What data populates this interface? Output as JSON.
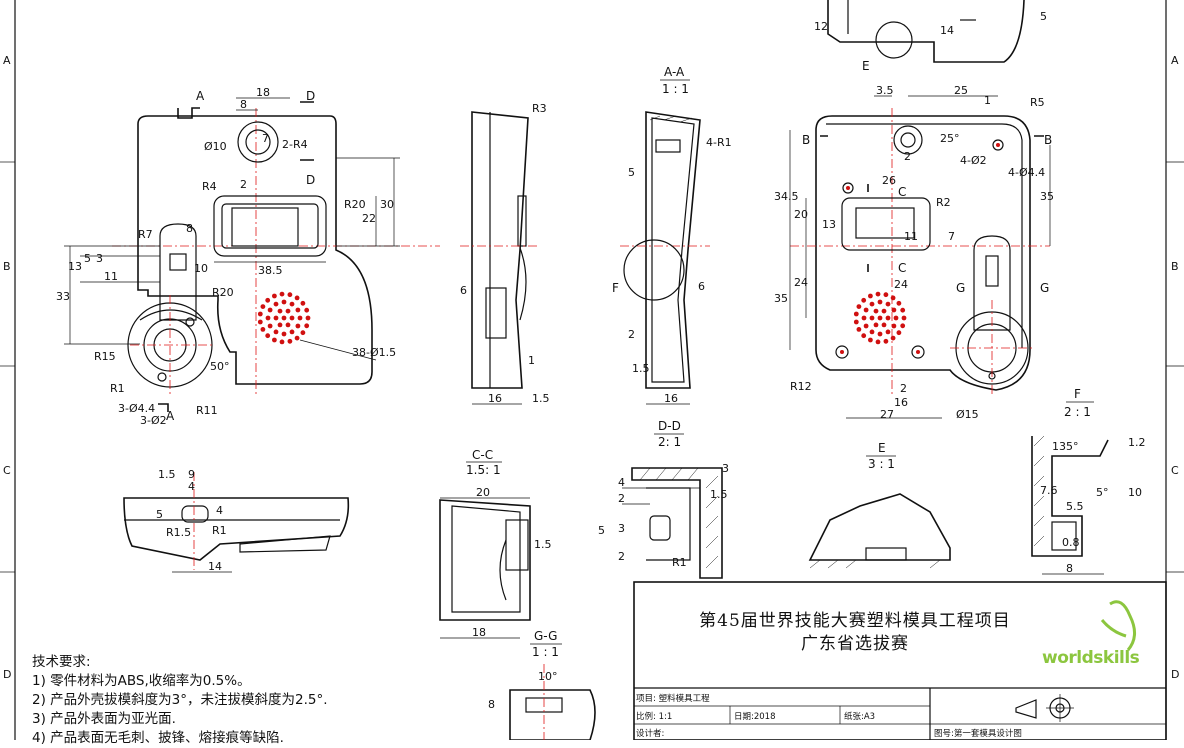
{
  "frame": {
    "zones": [
      "A",
      "B",
      "C",
      "D"
    ]
  },
  "views": {
    "main": {
      "section_marks": [
        "A",
        "A",
        "D",
        "D"
      ],
      "dims": [
        "18",
        "8",
        "Ø10",
        "2-R4",
        "7",
        "R4",
        "2",
        "R20",
        "22",
        "30",
        "R7",
        "8",
        "13",
        "5",
        "3",
        "11",
        "10",
        "33",
        "38.5",
        "R20",
        "R15",
        "50°",
        "R1",
        "3-Ø4.4",
        "3-Ø2",
        "R11",
        "38-Ø1.5"
      ]
    },
    "side": {
      "dims": [
        "R3",
        "6",
        "1",
        "16",
        "1.5"
      ]
    },
    "section_aa": {
      "title": "A-A",
      "scale": "1 : 1",
      "dims": [
        "4-R1",
        "5",
        "6",
        "2",
        "1.5",
        "16"
      ],
      "detail_mark": "F"
    },
    "top_right": {
      "dims": [
        "12",
        "14",
        "5"
      ],
      "detail_mark": "E"
    },
    "back": {
      "marks": [
        "B",
        "B",
        "C",
        "C",
        "G",
        "G"
      ],
      "dims": [
        "3.5",
        "25",
        "1",
        "R5",
        "25°",
        "2",
        "4-Ø2",
        "4-Ø4.4",
        "26",
        "R2",
        "34.5",
        "20",
        "13",
        "11",
        "7",
        "35",
        "24",
        "35",
        "24",
        "R12",
        "2",
        "16",
        "27",
        "Ø15"
      ]
    },
    "bottom": {
      "dims": [
        "1.5",
        "9",
        "4",
        "5",
        "R1.5",
        "R1",
        "4",
        "14"
      ]
    },
    "section_cc": {
      "title": "C-C",
      "scale": "1.5: 1",
      "dims": [
        "20",
        "1.5",
        "18"
      ]
    },
    "section_dd": {
      "title": "D-D",
      "scale": "2: 1",
      "dims": [
        "4",
        "2",
        "3",
        "1.5",
        "5",
        "3",
        "2",
        "R1"
      ]
    },
    "detail_e": {
      "title": "E",
      "scale": "3 : 1"
    },
    "detail_f": {
      "title": "F",
      "scale": "2 : 1",
      "dims": [
        "135°",
        "1.2",
        "7.6",
        "5.5",
        "5°",
        "10",
        "0.8",
        "8"
      ]
    },
    "section_gg": {
      "title": "G-G",
      "scale": "1 : 1",
      "dims": [
        "10°",
        "8"
      ]
    }
  },
  "notes": {
    "heading": "技术要求:",
    "items": [
      "1) 零件材料为ABS,收缩率为0.5%。",
      "2) 产品外壳拔模斜度为3°，未注拔模斜度为2.5°.",
      "3) 产品外表面为亚光面.",
      "4) 产品表面无毛刺、披锋、熔接痕等缺陷."
    ]
  },
  "title_block": {
    "title_line1": "第45届世界技能大赛塑料模具工程项目",
    "title_line2": "广东省选拔赛",
    "logo_text": "worldskills",
    "project": "项目: 塑料模具工程",
    "scale": "比例: 1:1",
    "date": "日期:2018",
    "paper": "纸张:A3",
    "designer": "设计者:",
    "drawing_no": "图号:第一套模具设计图"
  }
}
